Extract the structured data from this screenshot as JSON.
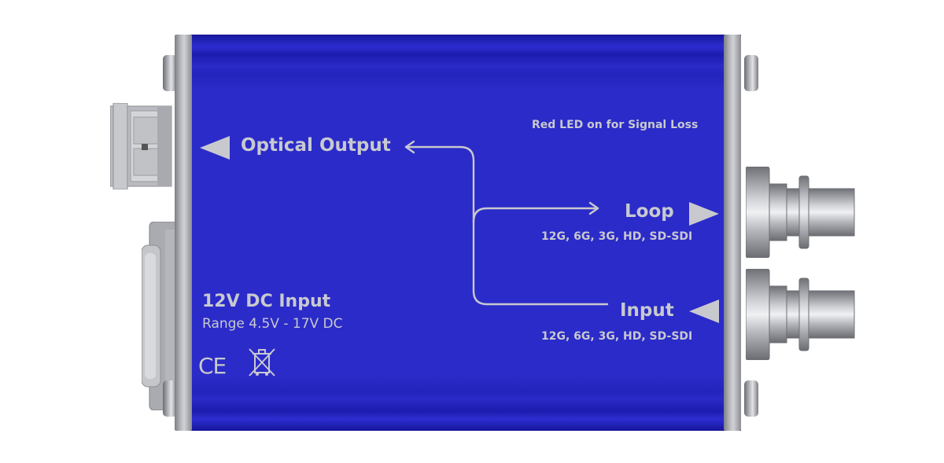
{
  "labels": {
    "optical_output": "Optical Output",
    "signal_loss_note": "Red LED on for Signal Loss",
    "loop": "Loop",
    "loop_formats": "12G, 6G, 3G, HD, SD-SDI",
    "input": "Input",
    "input_formats": "12G, 6G, 3G, HD, SD-SDI",
    "power_title": "12V DC Input",
    "power_range": "Range 4.5V - 17V DC",
    "ce_mark": "CE"
  },
  "icons": [
    "left-arrow-icon",
    "right-arrow-icon",
    "ce-mark-icon",
    "weee-bin-icon",
    "signal-routing-lines"
  ],
  "colors": {
    "body_blue": "#2b2bc9",
    "label_text": "#c8c9cf",
    "metal": "#b8bac0"
  }
}
